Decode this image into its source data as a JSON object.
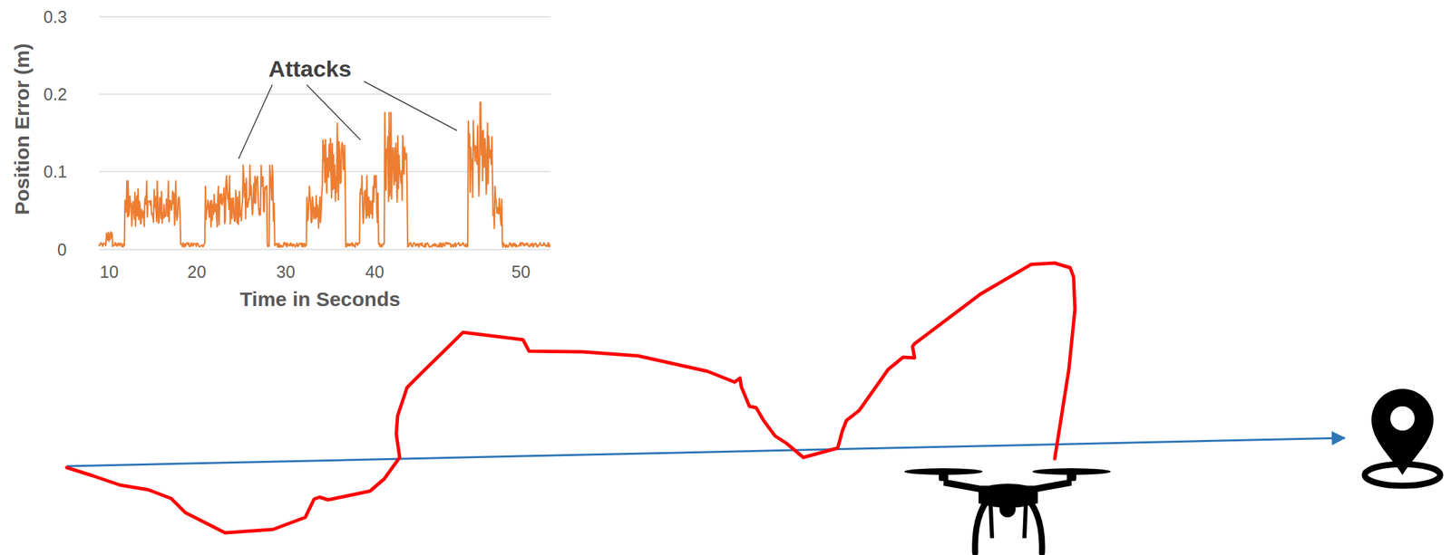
{
  "diagram": {
    "labels": [
      "0.3",
      "0.2",
      "0.1",
      "0",
      "Position Error (m)",
      "Attacks",
      "10",
      "20",
      "30",
      "40",
      "50",
      "Time in Seconds"
    ]
  }
}
